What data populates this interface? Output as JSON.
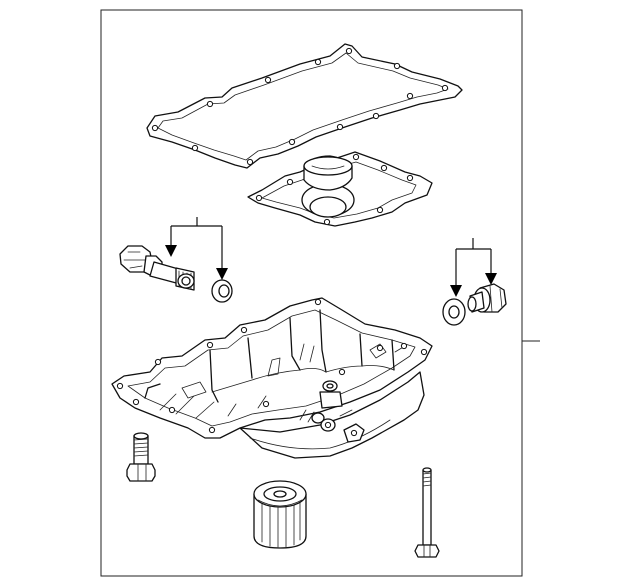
{
  "diagram": {
    "kind": "exploded-parts-illustration",
    "labels": [],
    "parts": [
      {
        "name": "oil-pan-gasket"
      },
      {
        "name": "oil-pan-baffle"
      },
      {
        "name": "oil-pressure-sensor"
      },
      {
        "name": "sensor-seal-ring"
      },
      {
        "name": "drain-plug-washer"
      },
      {
        "name": "drain-plug"
      },
      {
        "name": "oil-pan"
      },
      {
        "name": "oil-pan-bolt"
      },
      {
        "name": "oil-filter"
      },
      {
        "name": "stud-bolt"
      }
    ],
    "colors": {
      "line": "#111111",
      "background": "#ffffff"
    }
  }
}
